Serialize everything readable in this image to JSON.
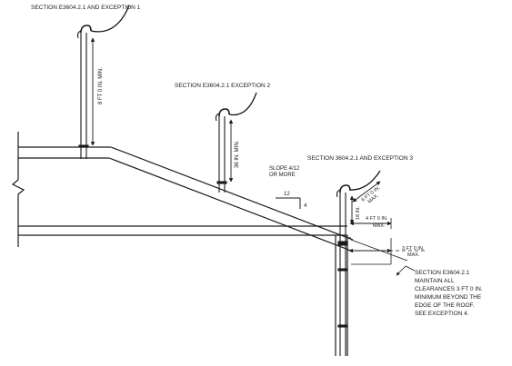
{
  "labels": {
    "exception1": "SECTION E3604.2.1 AND EXCEPTION 1",
    "exception2": "SECTION E3604.2.1 EXCEPTION 2",
    "exception3": "SECTION 3604.2.1 AND EXCEPTION 3",
    "dim_8ft": "8 FT 0 IN. MIN.",
    "dim_36in": "36 IN. MIN.",
    "dim_18in": "18 IN.",
    "dim_6ft": "6 FT 0 IN.",
    "dim_6ft_max": "MAX.",
    "dim_4ft": "4 FT 0 IN.",
    "dim_4ft_max": "MAX.",
    "dim_3ft": "3 FT 0 IN.",
    "dim_3ft_max": "MAX.",
    "slope_line1": "SLOPE 4/12",
    "slope_line2": "OR MORE",
    "slope_run": "12",
    "slope_rise": "4",
    "note_lines": [
      "SECTION E3604.2.1",
      "MAINTAIN ALL",
      "CLEARANCES 3 FT 0 IN.",
      "MINIMUM BEYOND THE",
      "EDGE OF THE ROOF.",
      "SEE EXCEPTION 4."
    ]
  }
}
